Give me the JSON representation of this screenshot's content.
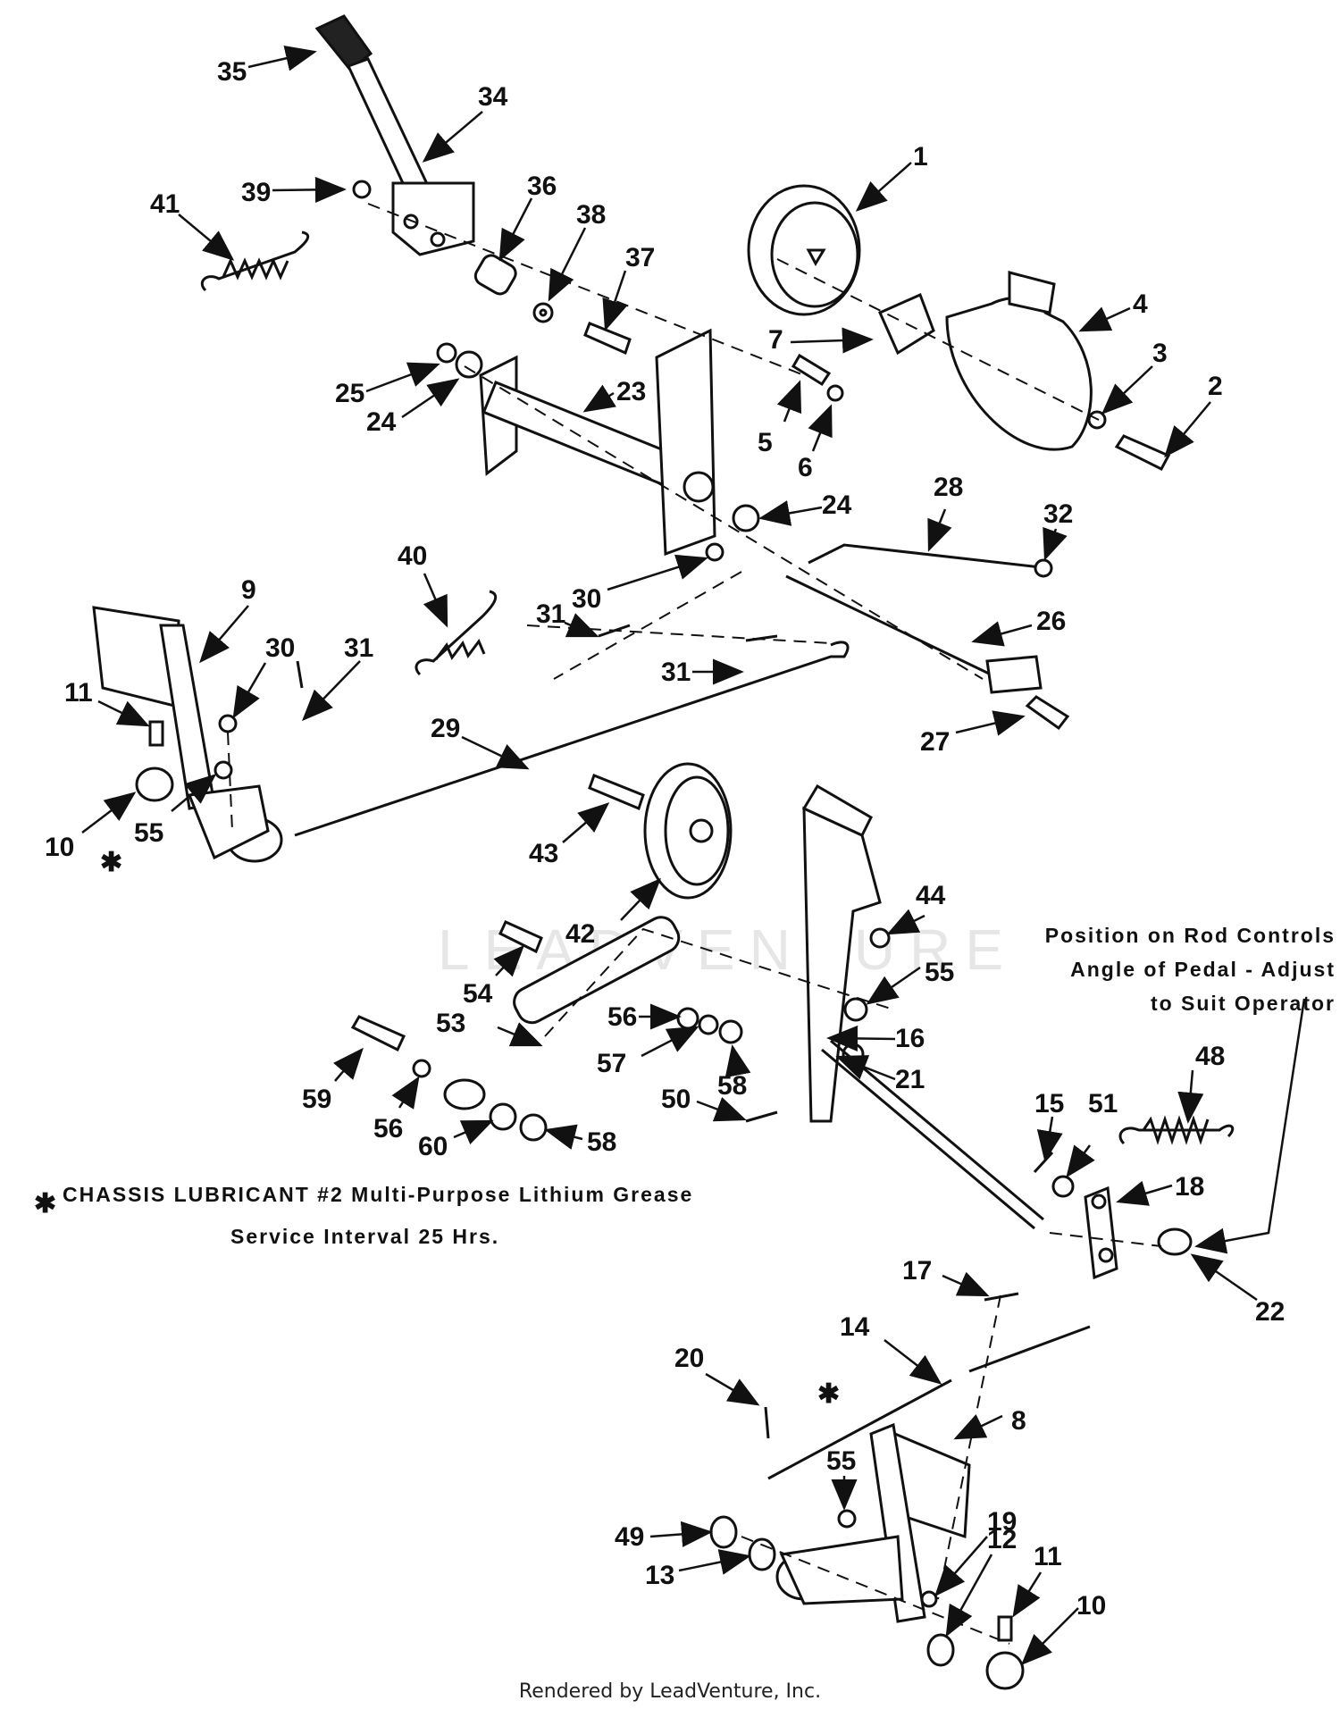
{
  "watermark": "LEADVENTURE",
  "notes": {
    "position_line1": "Position on Rod Controls",
    "position_line2": "Angle of Pedal - Adjust",
    "position_line3": "to Suit Operator",
    "lubricant_line1": "CHASSIS LUBRICANT #2 Multi-Purpose Lithium Grease",
    "lubricant_line2": "Service Interval 25 Hrs.",
    "asterisk": "✱"
  },
  "footer": "Rendered by LeadVenture, Inc.",
  "callouts": [
    "1",
    "2",
    "3",
    "4",
    "5",
    "6",
    "7",
    "8",
    "9",
    "10",
    "10",
    "11",
    "11",
    "12",
    "13",
    "14",
    "15",
    "16",
    "17",
    "18",
    "19",
    "20",
    "21",
    "22",
    "23",
    "24",
    "24",
    "25",
    "26",
    "27",
    "28",
    "29",
    "30",
    "30",
    "31",
    "31",
    "31",
    "32",
    "34",
    "35",
    "36",
    "37",
    "38",
    "39",
    "40",
    "41",
    "42",
    "43",
    "44",
    "48",
    "49",
    "50",
    "51",
    "53",
    "54",
    "55",
    "55",
    "55",
    "56",
    "56",
    "57",
    "58",
    "58",
    "59",
    "60"
  ]
}
